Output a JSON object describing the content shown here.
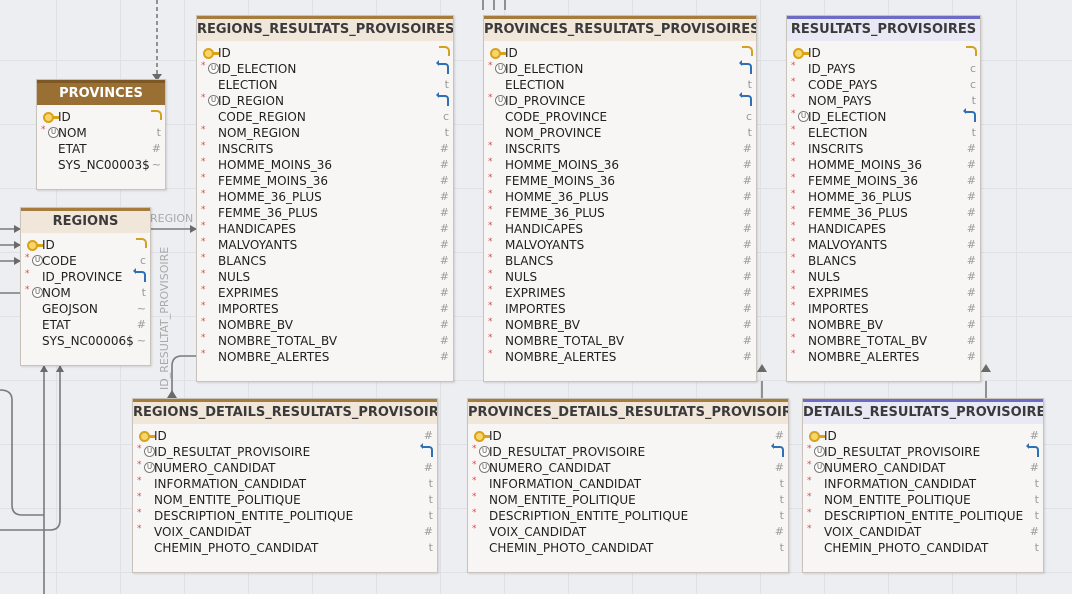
{
  "tables": {
    "provinces": {
      "title": "PROVINCES",
      "cols": [
        {
          "name": "ID",
          "key": true,
          "type": ""
        },
        {
          "name": "NOM",
          "type": "t"
        },
        {
          "name": "ETAT",
          "type": "#"
        },
        {
          "name": "SYS_NC00003$",
          "type": "~"
        }
      ]
    },
    "regions": {
      "title": "REGIONS",
      "cols": [
        {
          "name": "ID",
          "type": ""
        },
        {
          "name": "CODE",
          "type": "c"
        },
        {
          "name": "ID_PROVINCE",
          "type": ""
        },
        {
          "name": "NOM",
          "type": "t"
        },
        {
          "name": "GEOJSON",
          "type": "~"
        },
        {
          "name": "ETAT",
          "type": "#"
        },
        {
          "name": "SYS_NC00006$",
          "type": "~"
        }
      ]
    },
    "regions_resultats": {
      "title": "REGIONS_RESULTATS_PROVISOIRES",
      "cols": [
        {
          "name": "ID",
          "type": ""
        },
        {
          "name": "ID_ELECTION",
          "type": ""
        },
        {
          "name": "ELECTION",
          "type": "t"
        },
        {
          "name": "ID_REGION",
          "type": ""
        },
        {
          "name": "CODE_REGION",
          "type": "c"
        },
        {
          "name": "NOM_REGION",
          "type": "t"
        },
        {
          "name": "INSCRITS",
          "type": "#"
        },
        {
          "name": "HOMME_MOINS_36",
          "type": "#"
        },
        {
          "name": "FEMME_MOINS_36",
          "type": "#"
        },
        {
          "name": "HOMME_36_PLUS",
          "type": "#"
        },
        {
          "name": "FEMME_36_PLUS",
          "type": "#"
        },
        {
          "name": "HANDICAPES",
          "type": "#"
        },
        {
          "name": "MALVOYANTS",
          "type": "#"
        },
        {
          "name": "BLANCS",
          "type": "#"
        },
        {
          "name": "NULS",
          "type": "#"
        },
        {
          "name": "EXPRIMES",
          "type": "#"
        },
        {
          "name": "IMPORTES",
          "type": "#"
        },
        {
          "name": "NOMBRE_BV",
          "type": "#"
        },
        {
          "name": "NOMBRE_TOTAL_BV",
          "type": "#"
        },
        {
          "name": "NOMBRE_ALERTES",
          "type": "#"
        }
      ]
    },
    "provinces_resultats": {
      "title": "PROVINCES_RESULTATS_PROVISOIRES",
      "cols": [
        {
          "name": "ID",
          "type": ""
        },
        {
          "name": "ID_ELECTION",
          "type": ""
        },
        {
          "name": "ELECTION",
          "type": "t"
        },
        {
          "name": "ID_PROVINCE",
          "type": ""
        },
        {
          "name": "CODE_PROVINCE",
          "type": "c"
        },
        {
          "name": "NOM_PROVINCE",
          "type": "t"
        },
        {
          "name": "INSCRITS",
          "type": "#"
        },
        {
          "name": "HOMME_MOINS_36",
          "type": "#"
        },
        {
          "name": "FEMME_MOINS_36",
          "type": "#"
        },
        {
          "name": "HOMME_36_PLUS",
          "type": "#"
        },
        {
          "name": "FEMME_36_PLUS",
          "type": "#"
        },
        {
          "name": "HANDICAPES",
          "type": "#"
        },
        {
          "name": "MALVOYANTS",
          "type": "#"
        },
        {
          "name": "BLANCS",
          "type": "#"
        },
        {
          "name": "NULS",
          "type": "#"
        },
        {
          "name": "EXPRIMES",
          "type": "#"
        },
        {
          "name": "IMPORTES",
          "type": "#"
        },
        {
          "name": "NOMBRE_BV",
          "type": "#"
        },
        {
          "name": "NOMBRE_TOTAL_BV",
          "type": "#"
        },
        {
          "name": "NOMBRE_ALERTES",
          "type": "#"
        }
      ]
    },
    "resultats": {
      "title": "RESULTATS_PROVISOIRES",
      "cols": [
        {
          "name": "ID",
          "type": ""
        },
        {
          "name": "ID_PAYS",
          "type": "c"
        },
        {
          "name": "CODE_PAYS",
          "type": "c"
        },
        {
          "name": "NOM_PAYS",
          "type": "t"
        },
        {
          "name": "ID_ELECTION",
          "type": ""
        },
        {
          "name": "ELECTION",
          "type": "t"
        },
        {
          "name": "INSCRITS",
          "type": "#"
        },
        {
          "name": "HOMME_MOINS_36",
          "type": "#"
        },
        {
          "name": "FEMME_MOINS_36",
          "type": "#"
        },
        {
          "name": "HOMME_36_PLUS",
          "type": "#"
        },
        {
          "name": "FEMME_36_PLUS",
          "type": "#"
        },
        {
          "name": "HANDICAPES",
          "type": "#"
        },
        {
          "name": "MALVOYANTS",
          "type": "#"
        },
        {
          "name": "BLANCS",
          "type": "#"
        },
        {
          "name": "NULS",
          "type": "#"
        },
        {
          "name": "EXPRIMES",
          "type": "#"
        },
        {
          "name": "IMPORTES",
          "type": "#"
        },
        {
          "name": "NOMBRE_BV",
          "type": "#"
        },
        {
          "name": "NOMBRE_TOTAL_BV",
          "type": "#"
        },
        {
          "name": "NOMBRE_ALERTES",
          "type": "#"
        }
      ]
    },
    "regions_details": {
      "title": "REGIONS_DETAILS_RESULTATS_PROVISOIRES",
      "cols": [
        {
          "name": "ID",
          "type": "#"
        },
        {
          "name": "ID_RESULTAT_PROVISOIRE",
          "type": ""
        },
        {
          "name": "NUMERO_CANDIDAT",
          "type": "#"
        },
        {
          "name": "INFORMATION_CANDIDAT",
          "type": "t"
        },
        {
          "name": "NOM_ENTITE_POLITIQUE",
          "type": "t"
        },
        {
          "name": "DESCRIPTION_ENTITE_POLITIQUE",
          "type": "t"
        },
        {
          "name": "VOIX_CANDIDAT",
          "type": "#"
        },
        {
          "name": "CHEMIN_PHOTO_CANDIDAT",
          "type": "t"
        }
      ]
    },
    "provinces_details": {
      "title": "PROVINCES_DETAILS_RESULTATS_PROVISOIRES",
      "cols": [
        {
          "name": "ID",
          "type": "#"
        },
        {
          "name": "ID_RESULTAT_PROVISOIRE",
          "type": ""
        },
        {
          "name": "NUMERO_CANDIDAT",
          "type": "#"
        },
        {
          "name": "INFORMATION_CANDIDAT",
          "type": "t"
        },
        {
          "name": "NOM_ENTITE_POLITIQUE",
          "type": "t"
        },
        {
          "name": "DESCRIPTION_ENTITE_POLITIQUE",
          "type": "t"
        },
        {
          "name": "VOIX_CANDIDAT",
          "type": "#"
        },
        {
          "name": "CHEMIN_PHOTO_CANDIDAT",
          "type": "t"
        }
      ]
    },
    "details": {
      "title": "DETAILS_RESULTATS_PROVISOIRES",
      "cols": [
        {
          "name": "ID",
          "type": "#"
        },
        {
          "name": "ID_RESULTAT_PROVISOIRE",
          "type": ""
        },
        {
          "name": "NUMERO_CANDIDAT",
          "type": "#"
        },
        {
          "name": "INFORMATION_CANDIDAT",
          "type": "t"
        },
        {
          "name": "NOM_ENTITE_POLITIQUE",
          "type": "t"
        },
        {
          "name": "DESCRIPTION_ENTITE_POLITIQUE",
          "type": "t"
        },
        {
          "name": "VOIX_CANDIDAT",
          "type": "#"
        },
        {
          "name": "CHEMIN_PHOTO_CANDIDAT",
          "type": "t"
        }
      ]
    }
  },
  "link_labels": {
    "region_top": "REGION",
    "region_vertical": "ID_RESULTAT_PROVISOIRE"
  }
}
